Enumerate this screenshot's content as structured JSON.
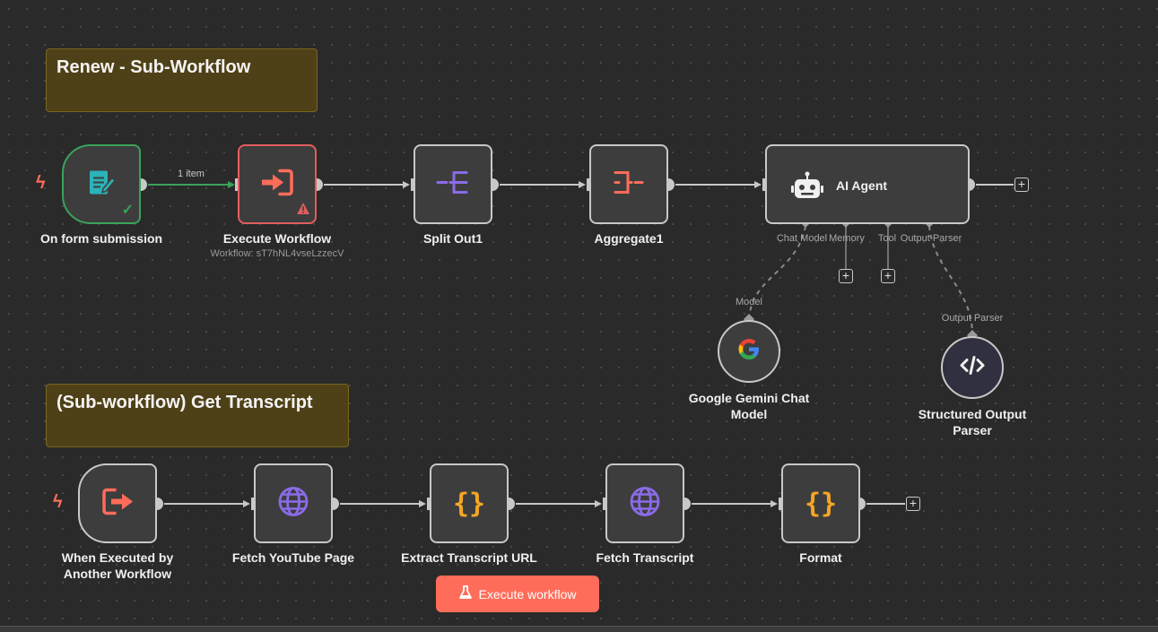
{
  "stickies": {
    "renew": "Renew - Sub-Workflow",
    "transcript": "(Sub-workflow) Get Transcript"
  },
  "nodes": {
    "form_submission": "On form submission",
    "execute_workflow": "Execute Workflow",
    "execute_workflow_sub": "Workflow: sT7hNL4vseLzzecV",
    "split_out": "Split Out1",
    "aggregate": "Aggregate1",
    "ai_agent": "AI Agent",
    "gemini": "Google Gemini Chat Model",
    "structured_parser": "Structured Output Parser",
    "when_executed": "When Executed by Another Workflow",
    "fetch_youtube": "Fetch YouTube Page",
    "extract_url": "Extract Transcript URL",
    "fetch_transcript": "Fetch Transcript",
    "format": "Format"
  },
  "connections": {
    "items_count": "1 item"
  },
  "ports": {
    "chat_model": "Chat Model",
    "memory": "Memory",
    "tool": "Tool",
    "output_parser": "Output Parser",
    "model": "Model",
    "output_parser_in": "Output Parser"
  },
  "actions": {
    "execute_workflow": "Execute workflow"
  },
  "icons": {
    "form": "form-icon",
    "execute": "sign-in-icon",
    "split": "split-icon",
    "aggregate": "aggregate-icon",
    "robot": "robot-icon",
    "google": "google-icon",
    "code": "code-icon",
    "exit": "sign-out-icon",
    "globe": "globe-icon",
    "braces": "braces-icon",
    "flask": "flask-icon"
  },
  "colors": {
    "accent": "#ff6d5a",
    "success": "#3aa35b",
    "purple": "#8b6be8",
    "orange": "#f5a623",
    "teal": "#2bb3b8",
    "sticky": "#4f4117"
  }
}
